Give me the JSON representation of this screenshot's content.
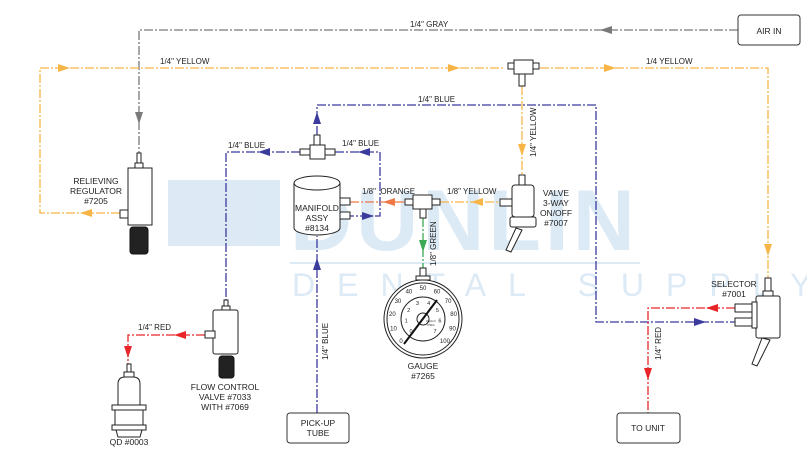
{
  "colors": {
    "gray": "#7a7a7a",
    "yellow": "#f7b548",
    "blue": "#3b3b9e",
    "red": "#e8262a",
    "orange": "#f07845",
    "green": "#3aaa55",
    "watermark": "#dbe9f6"
  },
  "watermark": {
    "line1": "DUNLIN",
    "line2": "DENTAL SUPPLY"
  },
  "boxes": {
    "air_in": "AIR IN",
    "pickup_1": "PICK-UP",
    "pickup_2": "TUBE",
    "to_unit": "TO UNIT"
  },
  "lines": {
    "gray_top": "1/4\" GRAY",
    "yellow_left": "1/4\" YELLOW",
    "yellow_right": "1/4 YELLOW",
    "yellow_down": "1/4\" YELLOW",
    "blue_top": "1/4\" BLUE",
    "blue_left": "1/4\" BLUE",
    "blue_right": "1/4\" BLUE",
    "blue_pickup": "1/4\" BLUE",
    "orange": "1/8\"  ORANGE",
    "yellow_small": "1/8\" YELLOW",
    "green": "1/8\" GREEN",
    "red_left": "1/4\" RED",
    "red_right": "1/4\" RED"
  },
  "components": {
    "regulator": [
      "RELIEVING",
      "REGULATOR",
      "#7205"
    ],
    "manifold": [
      "MANIFOLD",
      "ASSY",
      "#8134"
    ],
    "valve": [
      "VALVE",
      "3-WAY",
      "ON/OFF",
      "#7007"
    ],
    "gauge": [
      "GAUGE",
      "#7265"
    ],
    "flow_control": [
      "FLOW CONTROL",
      "VALVE #7033",
      "WITH #7069"
    ],
    "qd": [
      "QD #0003"
    ],
    "selector": [
      "SELECTOR",
      "#7001"
    ]
  },
  "gauge": {
    "outer_scale": [
      "0",
      "10",
      "20",
      "30",
      "40",
      "50",
      "60",
      "70",
      "80",
      "90",
      "100"
    ],
    "inner_scale": [
      "0",
      "1",
      "2",
      "3",
      "4",
      "5",
      "6",
      "7"
    ],
    "units": [
      "Kg/cm²",
      "PSIG"
    ]
  }
}
